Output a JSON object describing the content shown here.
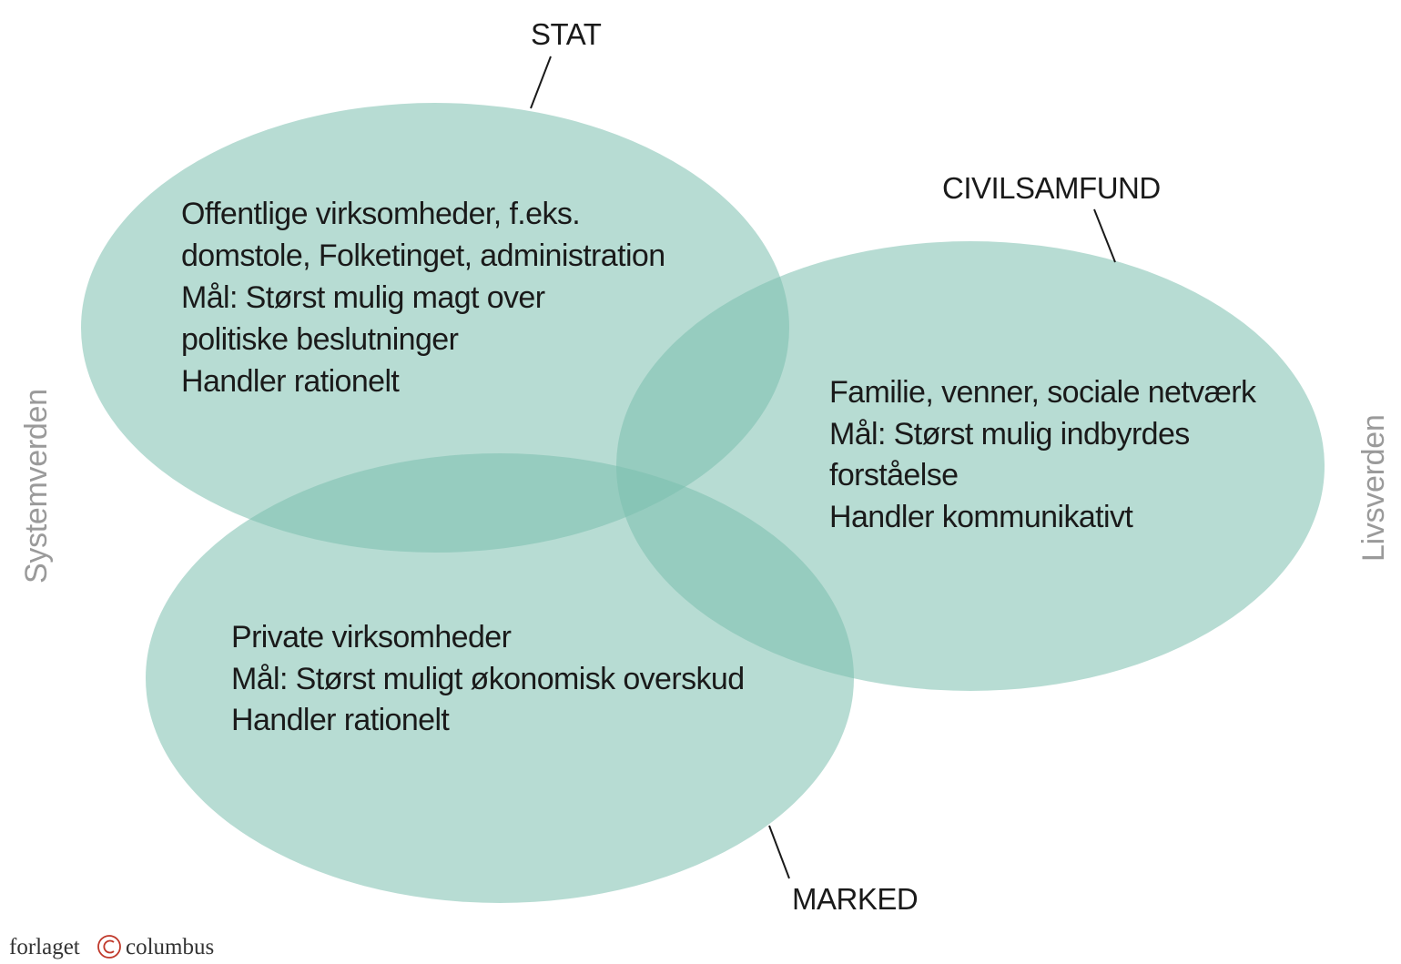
{
  "colors": {
    "ellipse_fill": "#7bbfae",
    "ellipse_opacity": 0.55,
    "text": "#1a1a1a",
    "side_label": "#9a9a9a",
    "publisher_icon": "#c0392b"
  },
  "stat": {
    "label": "STAT",
    "lines": [
      "Offentlige virksomheder, f.eks.",
      "domstole, Folketinget, administration",
      "Mål: Størst mulig magt over",
      "politiske beslutninger",
      "Handler rationelt"
    ]
  },
  "civilsamfund": {
    "label": "CIVILSAMFUND",
    "lines": [
      "Familie, venner, sociale netværk",
      "Mål: Størst mulig indbyrdes",
      "forståelse",
      "Handler kommunikativt"
    ]
  },
  "marked": {
    "label": "MARKED",
    "lines": [
      "Private virksomheder",
      "Mål: Størst muligt økonomisk overskud",
      "Handler rationelt"
    ]
  },
  "side_labels": {
    "left": "Systemverden",
    "right": "Livsverden"
  },
  "publisher": {
    "left": "forlaget",
    "right": "columbus",
    "icon": "copyright-c-icon"
  }
}
